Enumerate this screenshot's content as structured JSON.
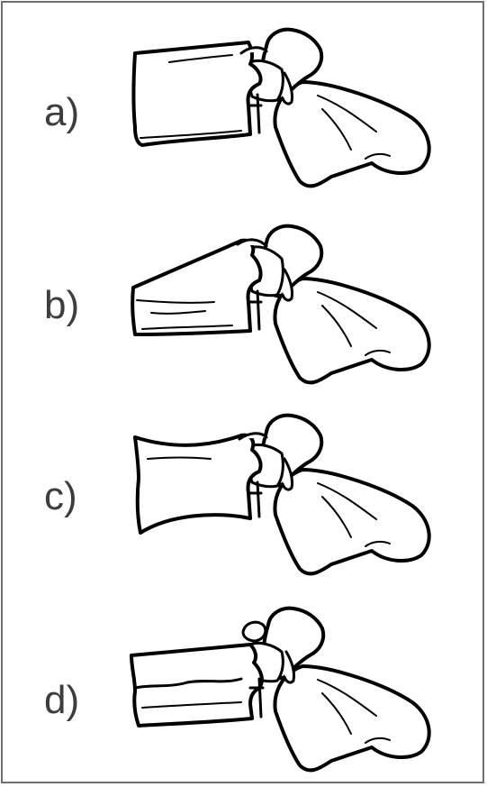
{
  "panels": [
    {
      "label": "a)",
      "variant": "normal"
    },
    {
      "label": "b)",
      "variant": "wedge"
    },
    {
      "label": "c)",
      "variant": "concave"
    },
    {
      "label": "d)",
      "variant": "crush"
    }
  ]
}
